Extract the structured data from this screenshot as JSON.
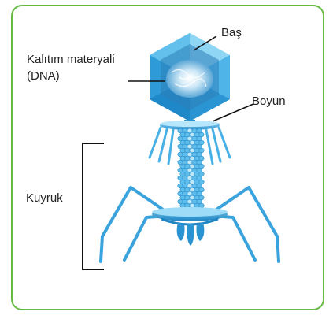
{
  "labels": {
    "head": "Baş",
    "genetic_material_line1": "Kalıtım materyali",
    "genetic_material_line2": "(DNA)",
    "neck": "Boyun",
    "tail": "Kuyruk"
  },
  "colors": {
    "frame_border": "#66bb44",
    "capsid_light": "#7ecff2",
    "capsid_mid": "#3aa9e3",
    "capsid_dark": "#1f88c8",
    "label_text": "#222222",
    "leader_line": "#111111"
  }
}
